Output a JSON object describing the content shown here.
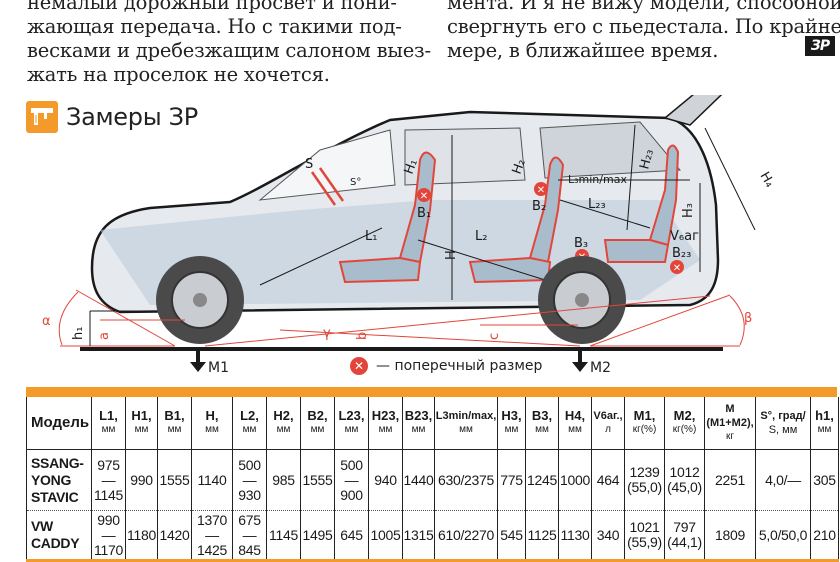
{
  "article": {
    "left_column_lines": [
      "немалый дорожный просвет и пони-",
      "жающая передача. Но с такими под-",
      "весками и дребезжащим салоном выез-",
      "жать на проселок не хочется."
    ],
    "right_column_lines": [
      "мента. И я не вижу модели, способной",
      "свергнуть его с пьедестала. По крайней",
      "мере, в ближайшее время."
    ],
    "end_badge": "ЗР"
  },
  "section": {
    "icon": "caliper-icon",
    "title": "Замеры ЗР"
  },
  "diagram": {
    "dimension_labels": [
      "S",
      "S°",
      "H1",
      "B1",
      "L1",
      "H",
      "L2",
      "H2",
      "B2",
      "L3min/max",
      "L23",
      "H23",
      "H3",
      "V6аг",
      "B23",
      "B3",
      "H4",
      "h1",
      "a",
      "α",
      "γ",
      "b",
      "c",
      "β"
    ],
    "mass_labels": {
      "front": "M1",
      "rear": "M2"
    },
    "legend": {
      "icon": "cross-circle-icon",
      "text": "— поперечный размер"
    },
    "accent_color": "#e2463a",
    "brand_color": "#f39a2a"
  },
  "table": {
    "headers": [
      {
        "main": "Модель",
        "unit": ""
      },
      {
        "main": "L1,",
        "unit": "мм"
      },
      {
        "main": "H1,",
        "unit": "мм"
      },
      {
        "main": "B1,",
        "unit": "мм"
      },
      {
        "main": "H,",
        "unit": "мм"
      },
      {
        "main": "L2,",
        "unit": "мм"
      },
      {
        "main": "H2,",
        "unit": "мм"
      },
      {
        "main": "B2,",
        "unit": "мм"
      },
      {
        "main": "L23,",
        "unit": "мм"
      },
      {
        "main": "H23,",
        "unit": "мм"
      },
      {
        "main": "B23,",
        "unit": "мм"
      },
      {
        "main": "L3min/max,",
        "unit": "мм"
      },
      {
        "main": "H3,",
        "unit": "мм"
      },
      {
        "main": "B3,",
        "unit": "мм"
      },
      {
        "main": "H4,",
        "unit": "мм"
      },
      {
        "main": "V6аг.,",
        "unit": "л"
      },
      {
        "main": "M1,",
        "unit": "кг(%)"
      },
      {
        "main": "M2,",
        "unit": "кг(%)"
      },
      {
        "main": "M (M1+M2),",
        "unit": "кг"
      },
      {
        "main": "S°, град/",
        "unit": "S, мм"
      },
      {
        "main": "h1,",
        "unit": "мм"
      }
    ],
    "rows": [
      {
        "model": [
          "SSANG-",
          "YONG",
          "STAVIC"
        ],
        "values": [
          "975—1145",
          "990",
          "1555",
          "1140",
          "500—930",
          "985",
          "1555",
          "500—900",
          "940",
          "1440",
          "630/2375",
          "775",
          "1245",
          "1000",
          "464",
          "1239 (55,0)",
          "1012 (45,0)",
          "2251",
          "4,0/—",
          "305"
        ]
      },
      {
        "model": [
          "VW",
          "CADDY"
        ],
        "values": [
          "990—1170",
          "1180",
          "1420",
          "1370—1425",
          "675—845",
          "1145",
          "1495",
          "645",
          "1005",
          "1315",
          "610/2270",
          "545",
          "1125",
          "1130",
          "340",
          "1021 (55,9)",
          "797 (44,1)",
          "1809",
          "5,0/50,0",
          "210"
        ]
      }
    ]
  }
}
